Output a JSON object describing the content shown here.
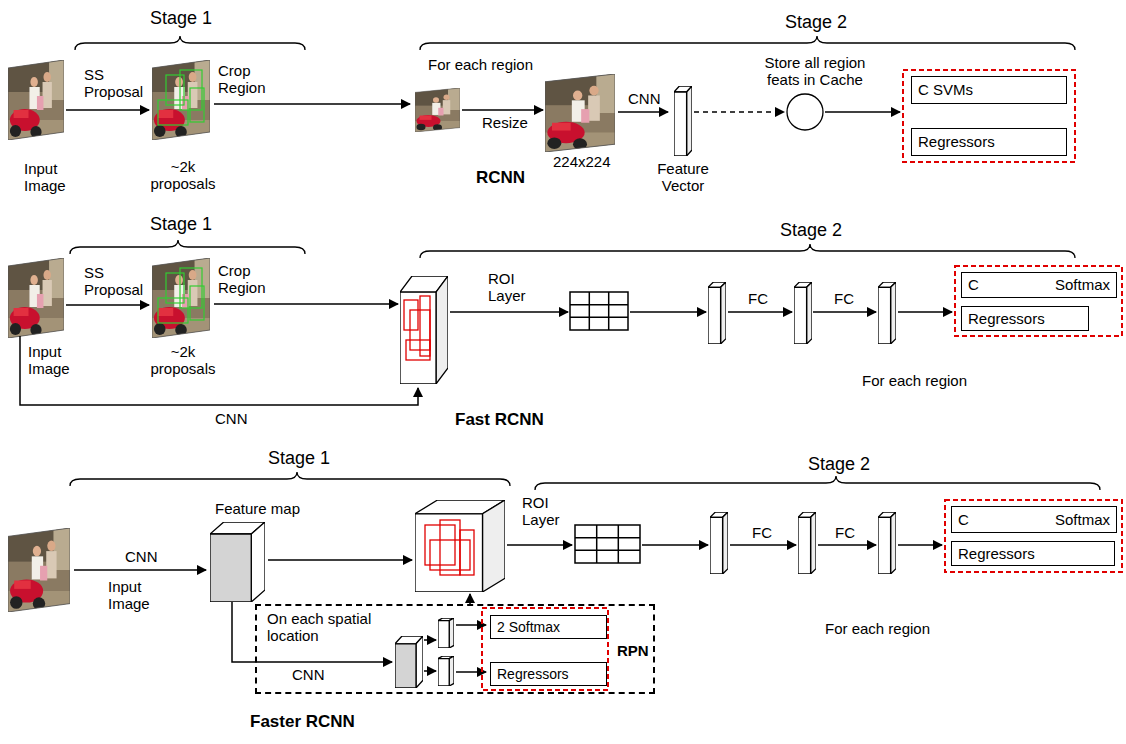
{
  "diagram": {
    "nodes": [
      {
        "text": [
          "C SVMs"
        ]
      },
      {
        "text": [
          "Regressors"
        ]
      },
      {
        "text": [
          "C",
          "Softmax"
        ]
      },
      {
        "text": [
          "Regressors"
        ]
      },
      {
        "text": [
          "C",
          "Softmax"
        ]
      },
      {
        "text": [
          "Regressors"
        ]
      },
      {
        "text": [
          "On each spatial location",
          "RPN"
        ]
      },
      {
        "text": [
          "2 Softmax"
        ],
        "in": 6
      },
      {
        "text": [
          "Regressors"
        ],
        "in": 6
      }
    ],
    "labels": [
      "Stage 1",
      "Stage 2",
      "SS Proposal",
      "Crop Region",
      "For each region",
      "Store all region feats in Cache",
      "Resize",
      "CNN",
      "Input Image",
      "~2k proposals",
      "224x224",
      "Feature Vector",
      "RCNN",
      "Stage 1",
      "Stage 2",
      "SS Proposal",
      "Crop Region",
      "ROI Layer",
      "FC",
      "FC",
      "Input Image",
      "~2k proposals",
      "For each region",
      "CNN",
      "Fast RCNN",
      "Stage 1",
      "Stage 2",
      "Feature map",
      "ROI Layer",
      "CNN",
      "FC",
      "FC",
      "Input Image",
      "CNN",
      "For each region",
      "Faster RCNN"
    ]
  }
}
